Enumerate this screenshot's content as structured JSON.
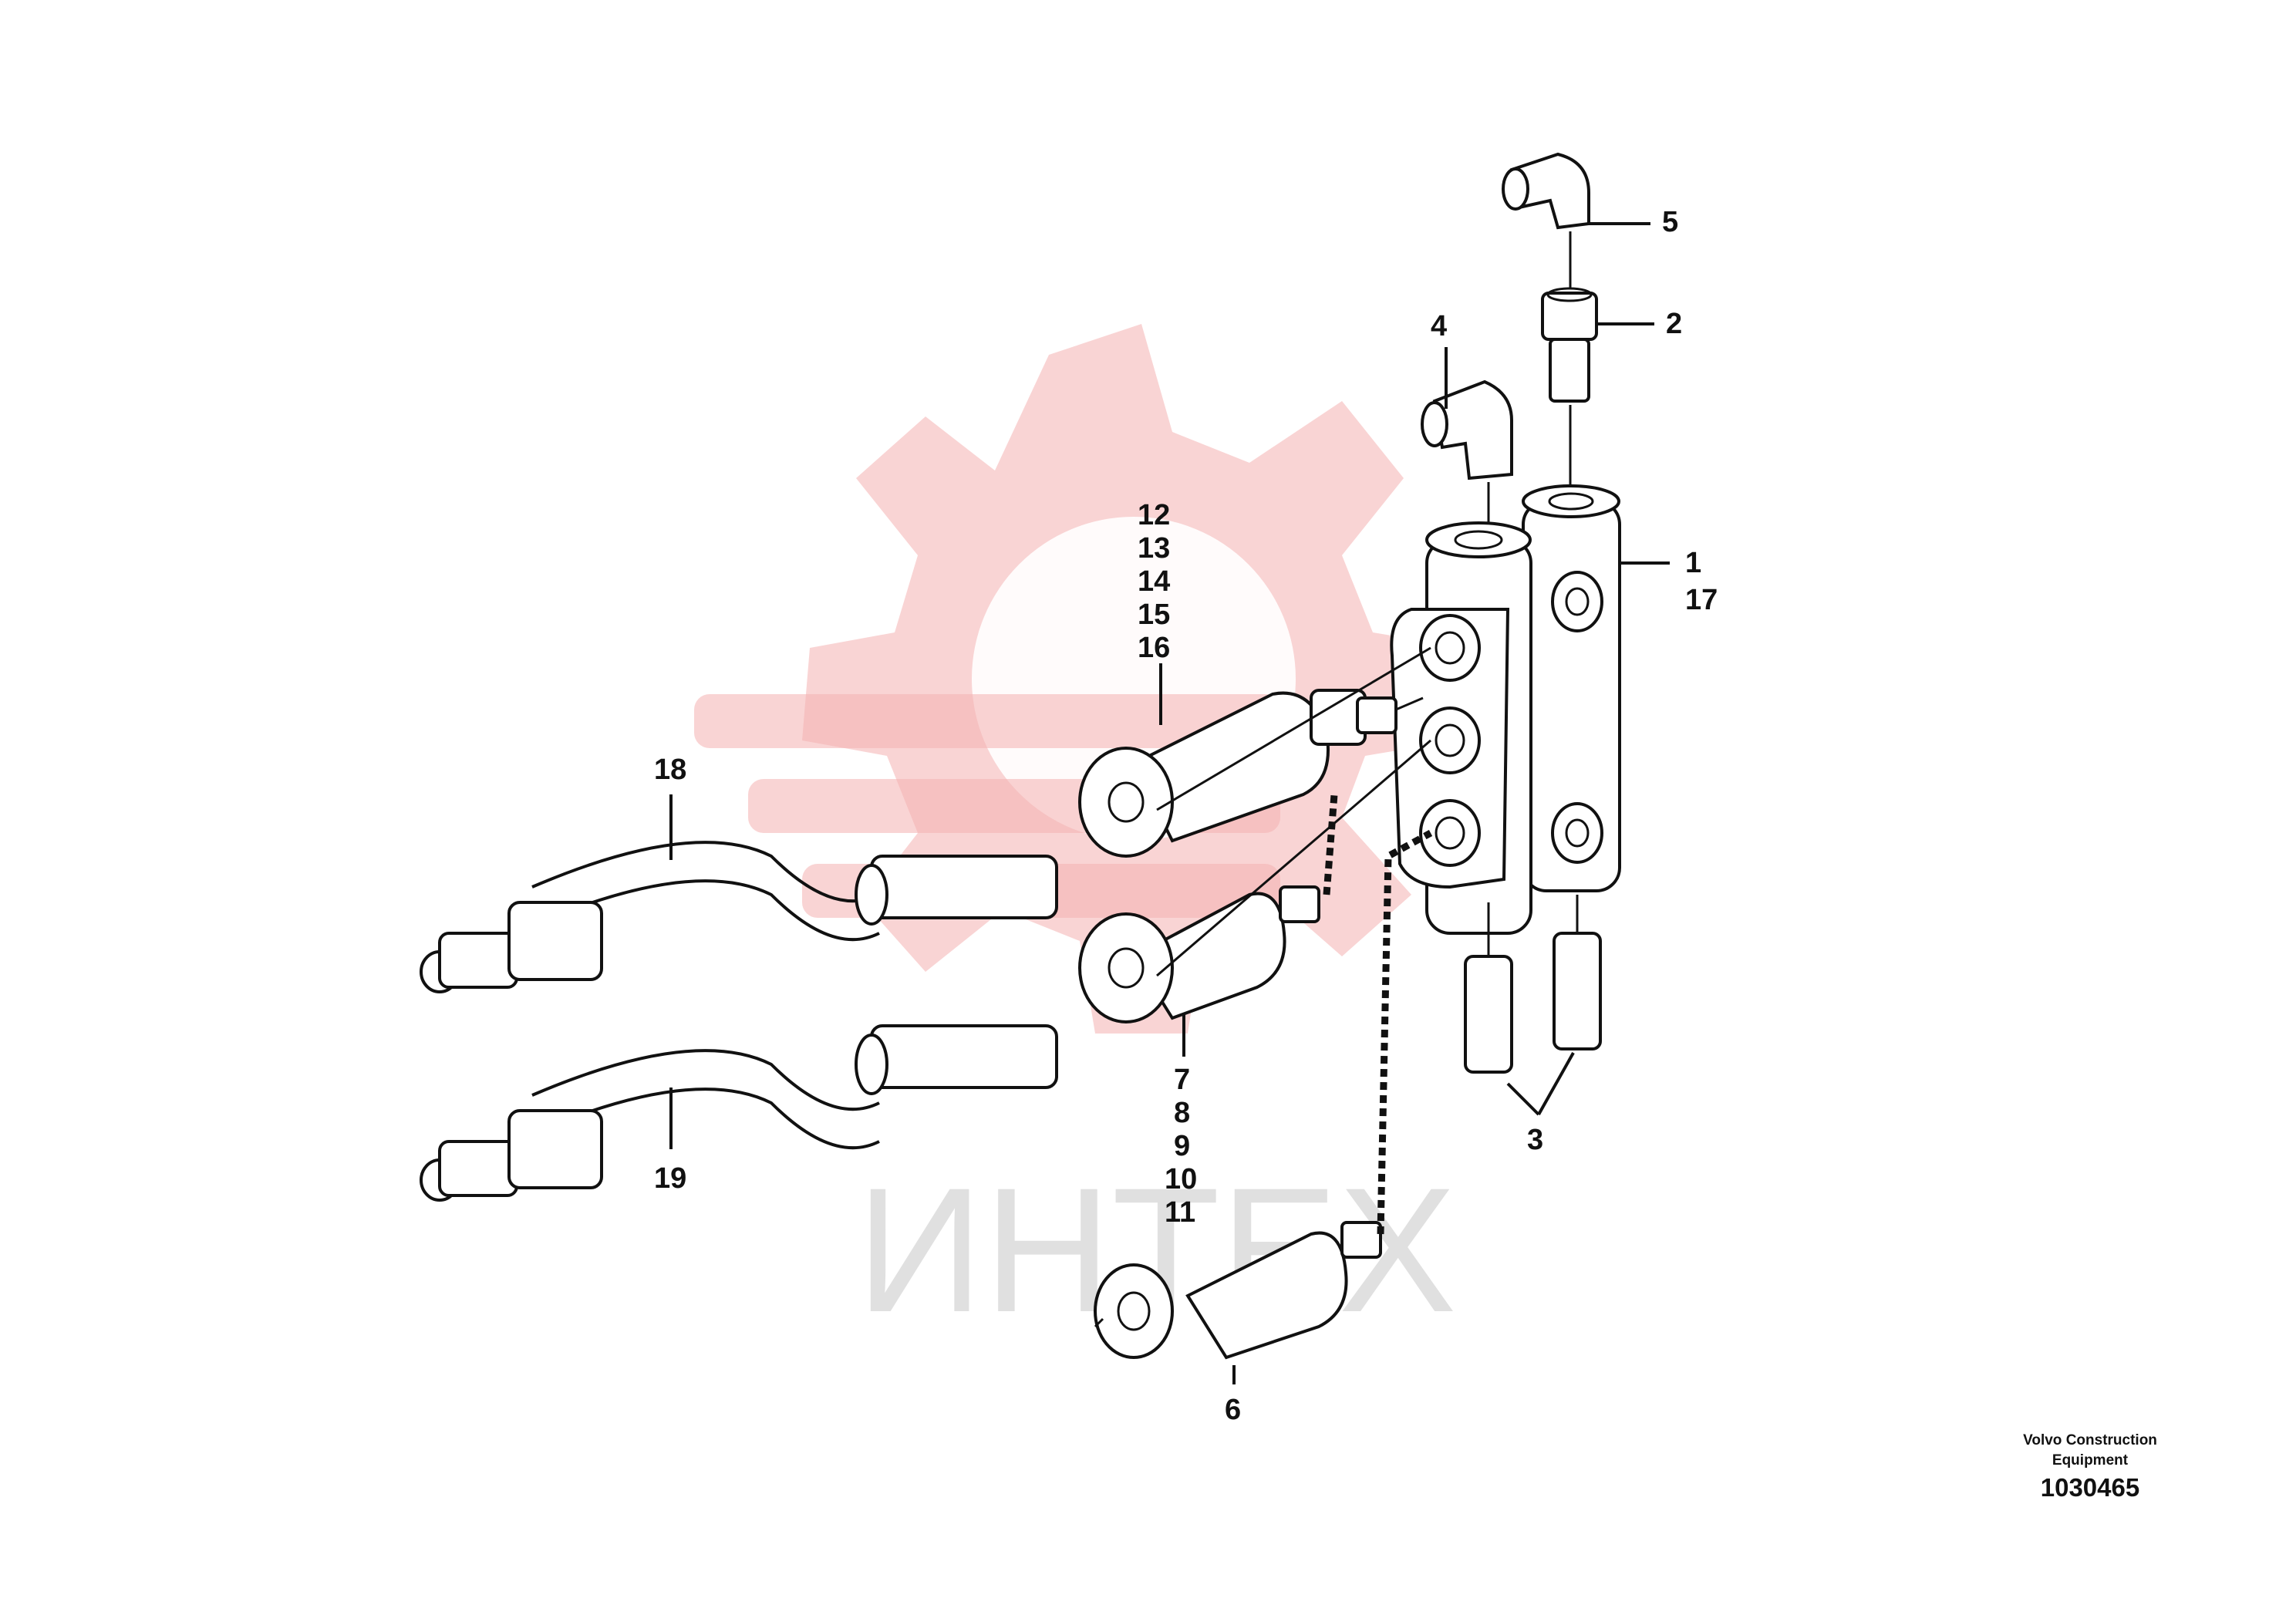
{
  "watermark": {
    "text": "ИНТЕХ",
    "gear_color": "#f4b0b0"
  },
  "labels": {
    "p1": "1",
    "p17": "17",
    "p2": "2",
    "p3": "3",
    "p4": "4",
    "p5": "5",
    "p6": "6",
    "p7": "7",
    "p8": "8",
    "p9": "9",
    "p10": "10",
    "p11": "11",
    "p12": "12",
    "p13": "13",
    "p14": "14",
    "p15": "15",
    "p16": "16",
    "p18": "18",
    "p19": "19"
  },
  "footer": {
    "maker_line1": "Volvo Construction",
    "maker_line2": "Equipment",
    "ref": "1030465"
  }
}
